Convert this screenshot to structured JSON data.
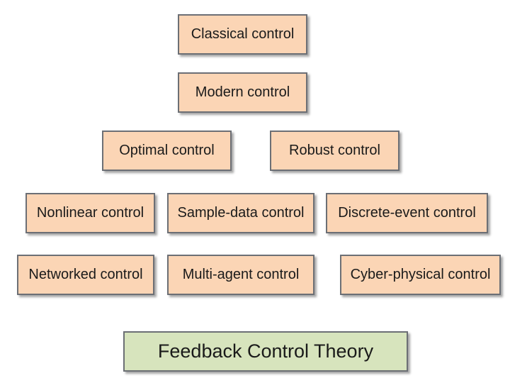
{
  "colors": {
    "box_fill": "#fbd5b5",
    "base_fill": "#d7e4bd",
    "border": "#6c6f75"
  },
  "boxes": [
    {
      "label": "Classical control"
    },
    {
      "label": "Modern control"
    },
    {
      "label": "Optimal control"
    },
    {
      "label": "Robust control"
    },
    {
      "label": "Nonlinear control"
    },
    {
      "label": "Sample-data control"
    },
    {
      "label": "Discrete-event control"
    },
    {
      "label": "Networked control"
    },
    {
      "label": "Multi-agent control"
    },
    {
      "label": "Cyber-physical control"
    }
  ],
  "base": {
    "label": "Feedback Control Theory"
  }
}
